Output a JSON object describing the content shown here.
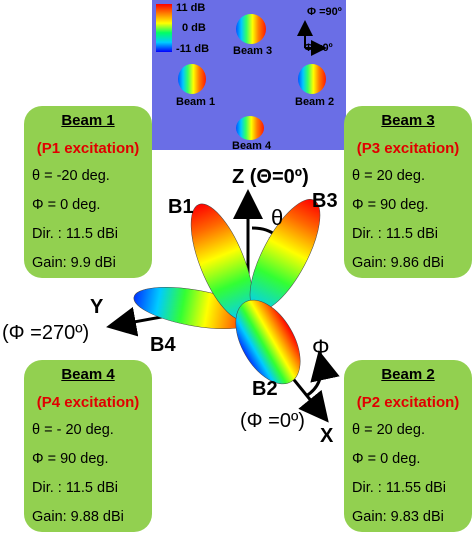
{
  "colorbar": {
    "max_label": "11 dB",
    "mid_label": "0 dB",
    "min_label": "-11 dB"
  },
  "mini_axes": {
    "phi90": "Φ =90º",
    "phi0": "Φ =0º"
  },
  "mini_beams": {
    "beam1": "Beam 1",
    "beam2": "Beam 2",
    "beam3": "Beam 3",
    "beam4": "Beam 4"
  },
  "cards": {
    "beam1": {
      "title": "Beam 1",
      "excitation": "(P1 excitation)",
      "theta": "θ = -20 deg.",
      "phi": "Φ   = 0 deg.",
      "dir": "Dir. : 11.5 dBi",
      "gain": "Gain: 9.9 dBi"
    },
    "beam3": {
      "title": "Beam 3",
      "excitation": "(P3 excitation)",
      "theta": "θ = 20 deg.",
      "phi": "Φ   = 90 deg.",
      "dir": "Dir. : 11.5 dBi",
      "gain": "Gain: 9.86 dBi"
    },
    "beam4": {
      "title": "Beam 4",
      "excitation": "(P4 excitation)",
      "theta": "θ = - 20 deg.",
      "phi": "Φ   = 90 deg.",
      "dir": "Dir. : 11.5 dBi",
      "gain": "Gain: 9.88 dBi"
    },
    "beam2": {
      "title": "Beam 2",
      "excitation": "(P2 excitation)",
      "theta": "θ = 20 deg.",
      "phi": "Φ   = 0 deg.",
      "dir": "Dir. : 11.55 dBi",
      "gain": "Gain: 9.83 dBi"
    }
  },
  "axes": {
    "z_label": "Z (Θ=0º)",
    "theta_symbol": "θ",
    "y_label": "Y",
    "y_phi": "(Φ =270º)",
    "x_label": "X",
    "x_phi": "(Φ =0º)",
    "phi_symbol": "Φ"
  },
  "beam_tags": {
    "b1": "B1",
    "b2": "B2",
    "b3": "B3",
    "b4": "B4"
  }
}
